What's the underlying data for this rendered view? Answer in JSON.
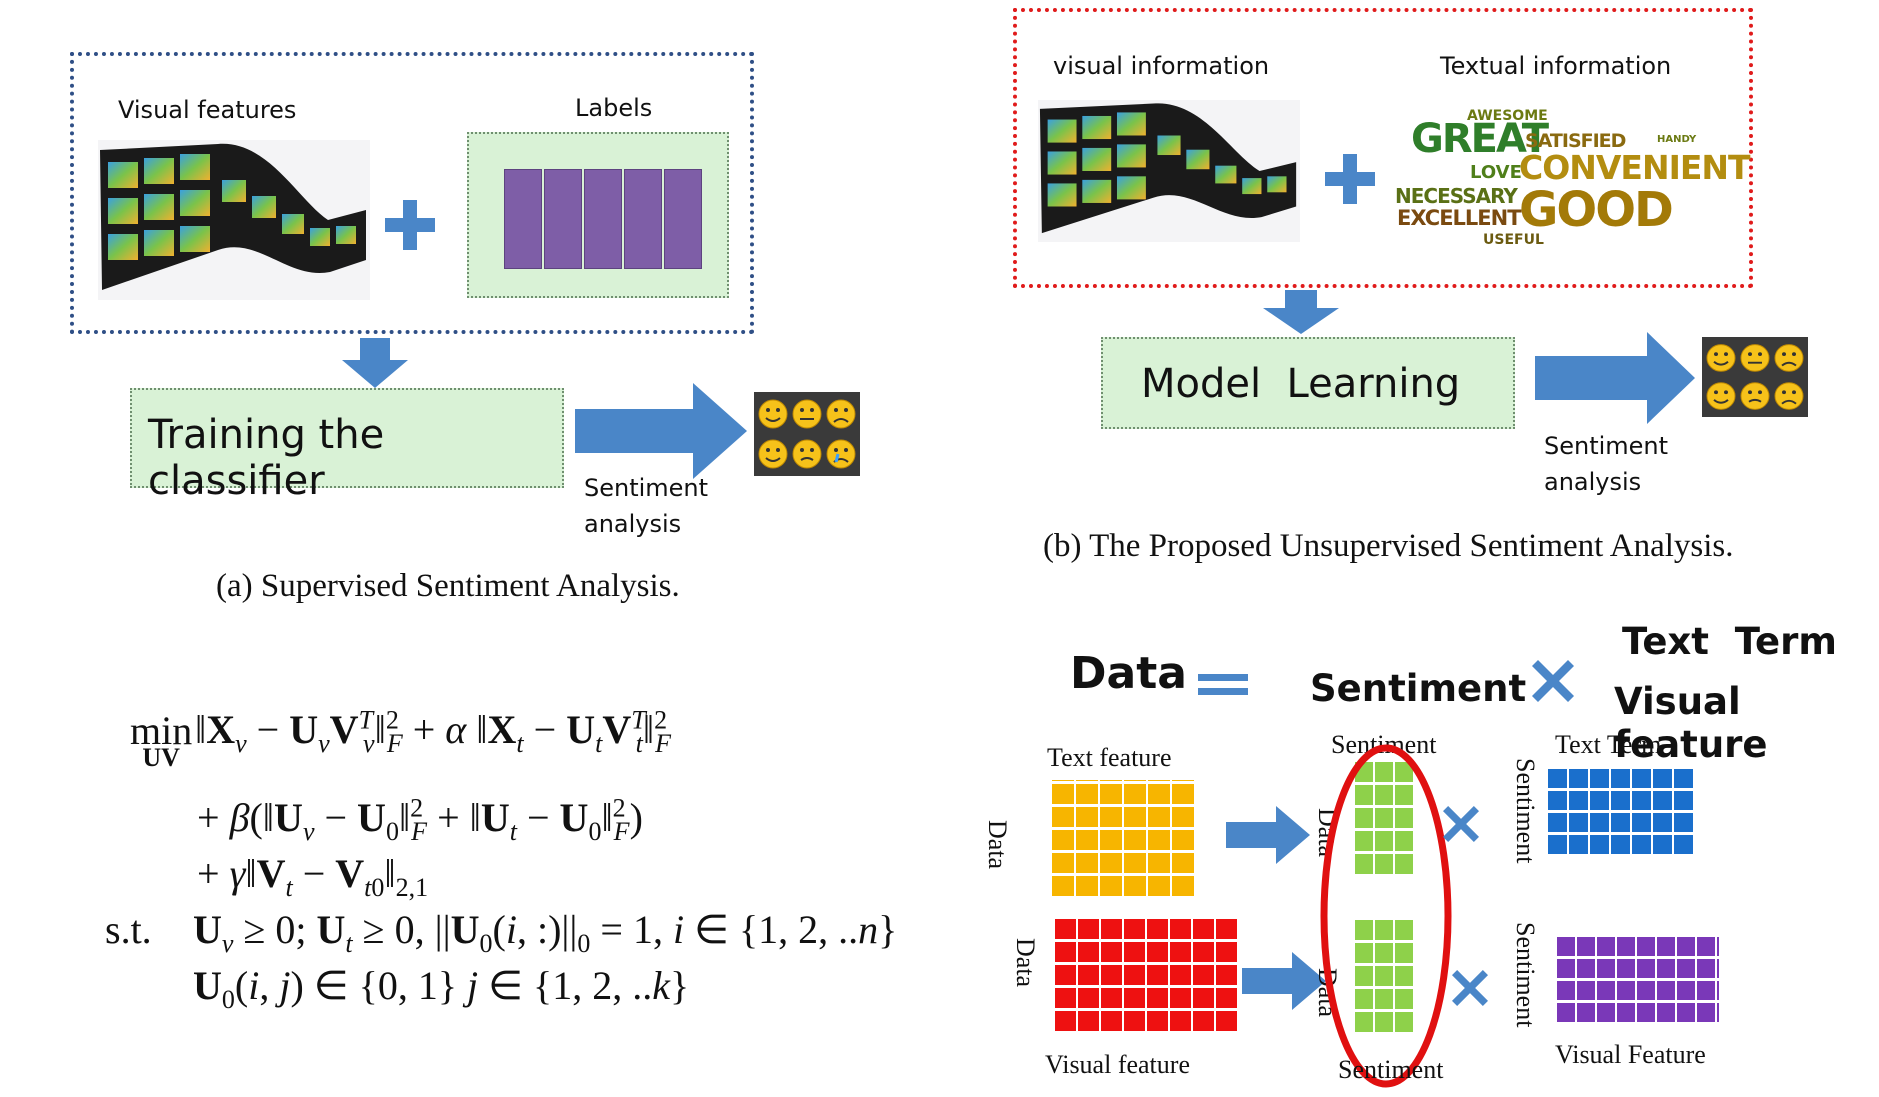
{
  "panel_a": {
    "visual_features_label": "Visual features",
    "labels_label": "Labels",
    "classifier_box": "Training the classifier",
    "sentiment_line1": "Sentiment",
    "sentiment_line2": "analysis",
    "caption": "(a) Supervised Sentiment Analysis.",
    "label_bar_color": "#7e5ea7"
  },
  "panel_b": {
    "visual_label": "visual information",
    "textual_label": "Textual information",
    "model_box": "Model  Learning",
    "sentiment_line1": "Sentiment",
    "sentiment_line2": "analysis",
    "caption": "(b) The Proposed Unsupervised Sentiment Analysis.",
    "word_cloud": [
      "AWESOME",
      "GREAT",
      "SATISFIED",
      "HANDY",
      "LOVE",
      "CONVENIENT",
      "NECESSARY",
      "EXCELLENT",
      "GOOD",
      "USEFUL"
    ]
  },
  "formula": {
    "min": "min",
    "min_sub": "UV",
    "st": "s.t."
  },
  "panel_c": {
    "data_word": "Data",
    "sentiment_word": "Sentiment",
    "text_term_word": "Text  Term",
    "visual_feature_word": "Visual feature",
    "text_feature_label": "Text feature",
    "visual_feature_label": "Visual feature",
    "data_side_label": "Data",
    "sentiment_top_label": "Sentiment",
    "sentiment_bottom_label": "Sentiment",
    "text_term_label": "Text Term",
    "visual_feature_right_label": "Visual Feature",
    "sentiment_side_label": "Sentiment",
    "colors": {
      "yellow": "#f7b500",
      "red": "#ee1111",
      "green": "#8ed14a",
      "blue": "#1a6fcc",
      "purple": "#7a38b8",
      "arrow": "#4a86c8",
      "ellipse": "#e01010"
    }
  }
}
